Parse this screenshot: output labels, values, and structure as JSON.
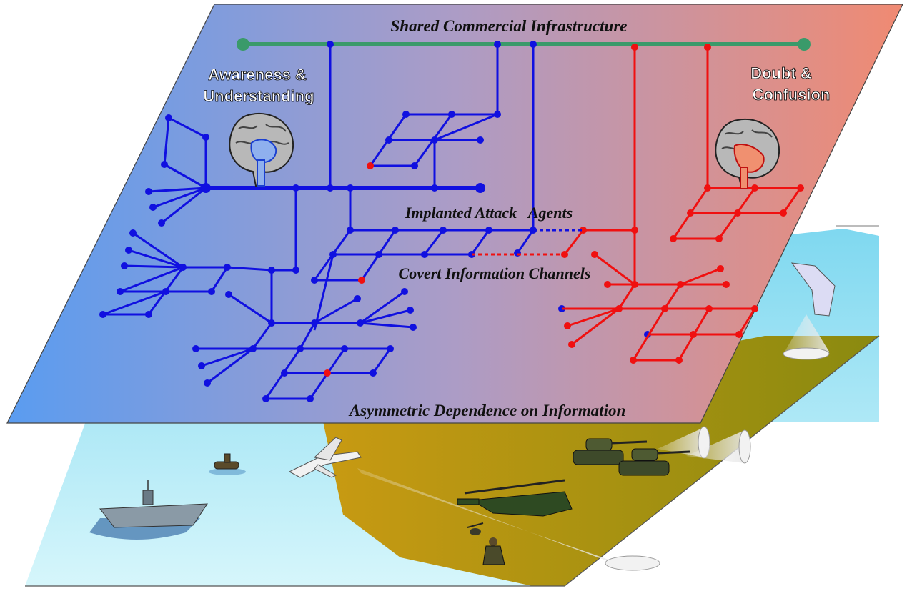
{
  "labels": {
    "shared_infrastructure": "Shared Commercial Infrastructure",
    "awareness_line1": "Awareness &",
    "awareness_line2": "Understanding",
    "doubt_line1": "Doubt &",
    "doubt_line2": "Confusion",
    "implanted_agents": "Implanted Attack   Agents",
    "covert_channels": "Covert Information Channels",
    "asymmetric_dependence": "Asymmetric Dependence on Information"
  },
  "icons": {
    "blue_brain": "brain-icon",
    "red_brain": "brain-icon",
    "carrier": "aircraft-carrier-icon",
    "submarine": "submarine-icon",
    "jet": "fighter-jet-icon",
    "tanks": "tank-icon",
    "helicopter": "helicopter-icon",
    "soldier": "soldier-icon",
    "uav": "uav-icon"
  },
  "colors": {
    "blue_network": "#1010e0",
    "red_network": "#f01010",
    "infrastructure": "#3a9a6a",
    "plane_left": "#5a9cf0",
    "plane_mid": "#a89ac4",
    "plane_right": "#f08a72",
    "sea": "#c6f0f8",
    "land": "#b0941a"
  }
}
